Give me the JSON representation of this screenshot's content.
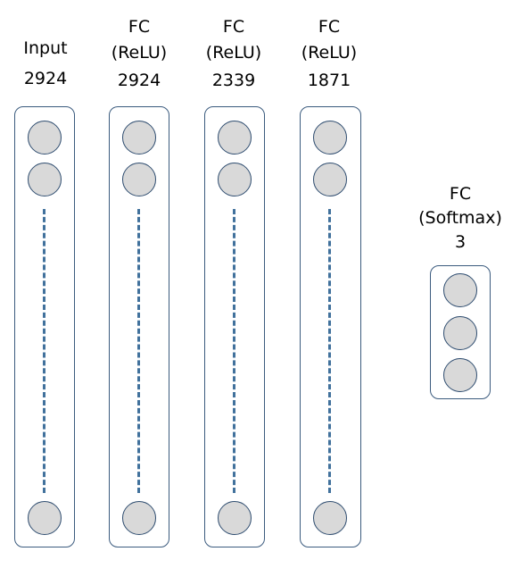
{
  "layers": [
    {
      "name": "Input",
      "size": "2924"
    },
    {
      "name": "FC",
      "activation": "(ReLU)",
      "size": "2924"
    },
    {
      "name": "FC",
      "activation": "(ReLU)",
      "size": "2339"
    },
    {
      "name": "FC",
      "activation": "(ReLU)",
      "size": "1871"
    },
    {
      "name": "FC",
      "activation": "(Softmax)",
      "size": "3"
    }
  ],
  "colors": {
    "node_fill": "#d9d9d9",
    "node_stroke": "#2f4d70",
    "column_border": "#3b5b7e",
    "dash": "#41719c"
  }
}
